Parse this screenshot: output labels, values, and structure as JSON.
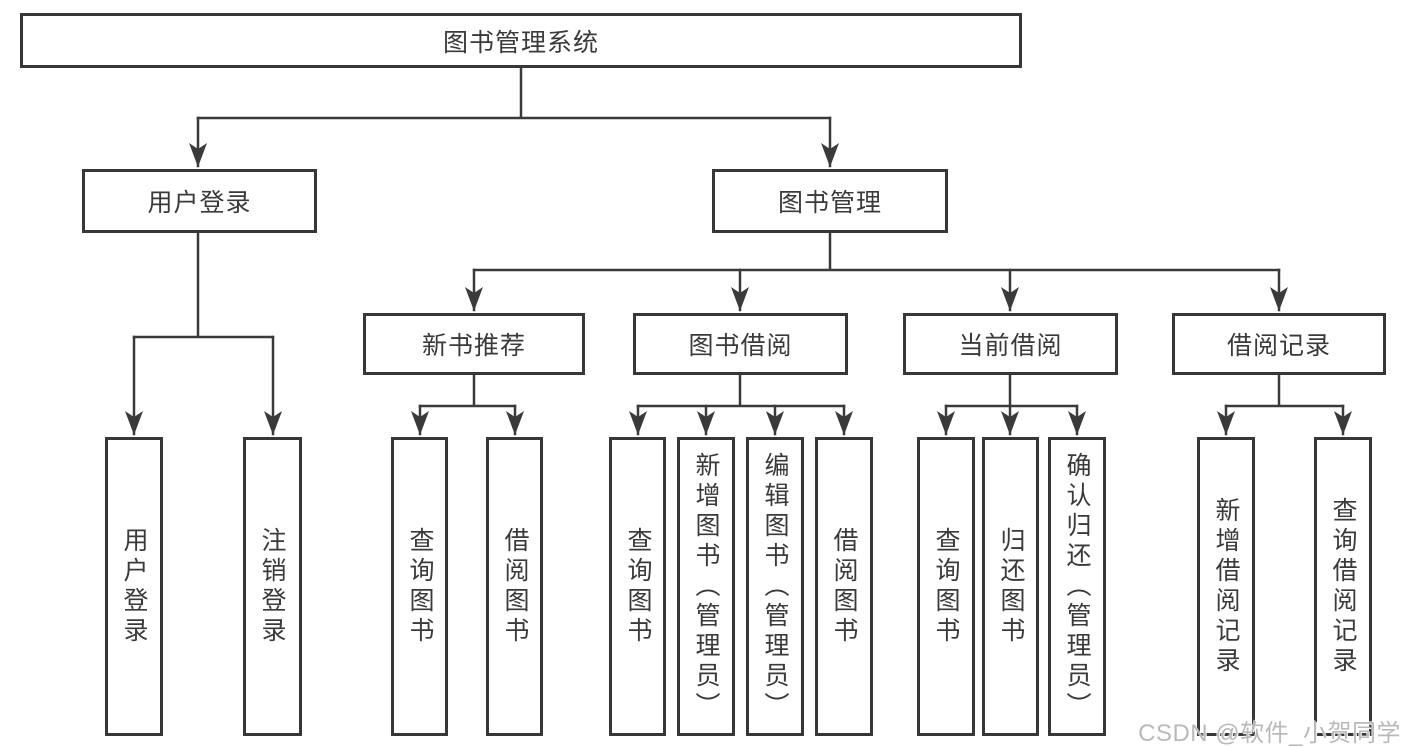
{
  "diagram": {
    "root": {
      "label": "图书管理系统"
    },
    "children": [
      {
        "label": "用户登录",
        "leaves": [
          {
            "label": "用户登录"
          },
          {
            "label": "注销登录"
          }
        ]
      },
      {
        "label": "图书管理",
        "children": [
          {
            "label": "新书推荐",
            "leaves": [
              {
                "label": "查询图书"
              },
              {
                "label": "借阅图书"
              }
            ]
          },
          {
            "label": "图书借阅",
            "leaves": [
              {
                "label": "查询图书"
              },
              {
                "label": "新增图书（管理员）"
              },
              {
                "label": "编辑图书（管理员）"
              },
              {
                "label": "借阅图书"
              }
            ]
          },
          {
            "label": "当前借阅",
            "leaves": [
              {
                "label": "查询图书"
              },
              {
                "label": "归还图书"
              },
              {
                "label": "确认归还（管理员）"
              }
            ]
          },
          {
            "label": "借阅记录",
            "leaves": [
              {
                "label": "新增借阅记录"
              },
              {
                "label": "查询借阅记录"
              }
            ]
          }
        ]
      }
    ]
  },
  "watermark": {
    "text": "CSDN @软件_小贺同学"
  },
  "colors": {
    "line": "#3a3a3a",
    "box_border": "#373737",
    "box_fill": "#ffffff",
    "label_text": "#3a3a3a",
    "watermark_text": "#b9b9b9",
    "background": "#ffffff"
  }
}
